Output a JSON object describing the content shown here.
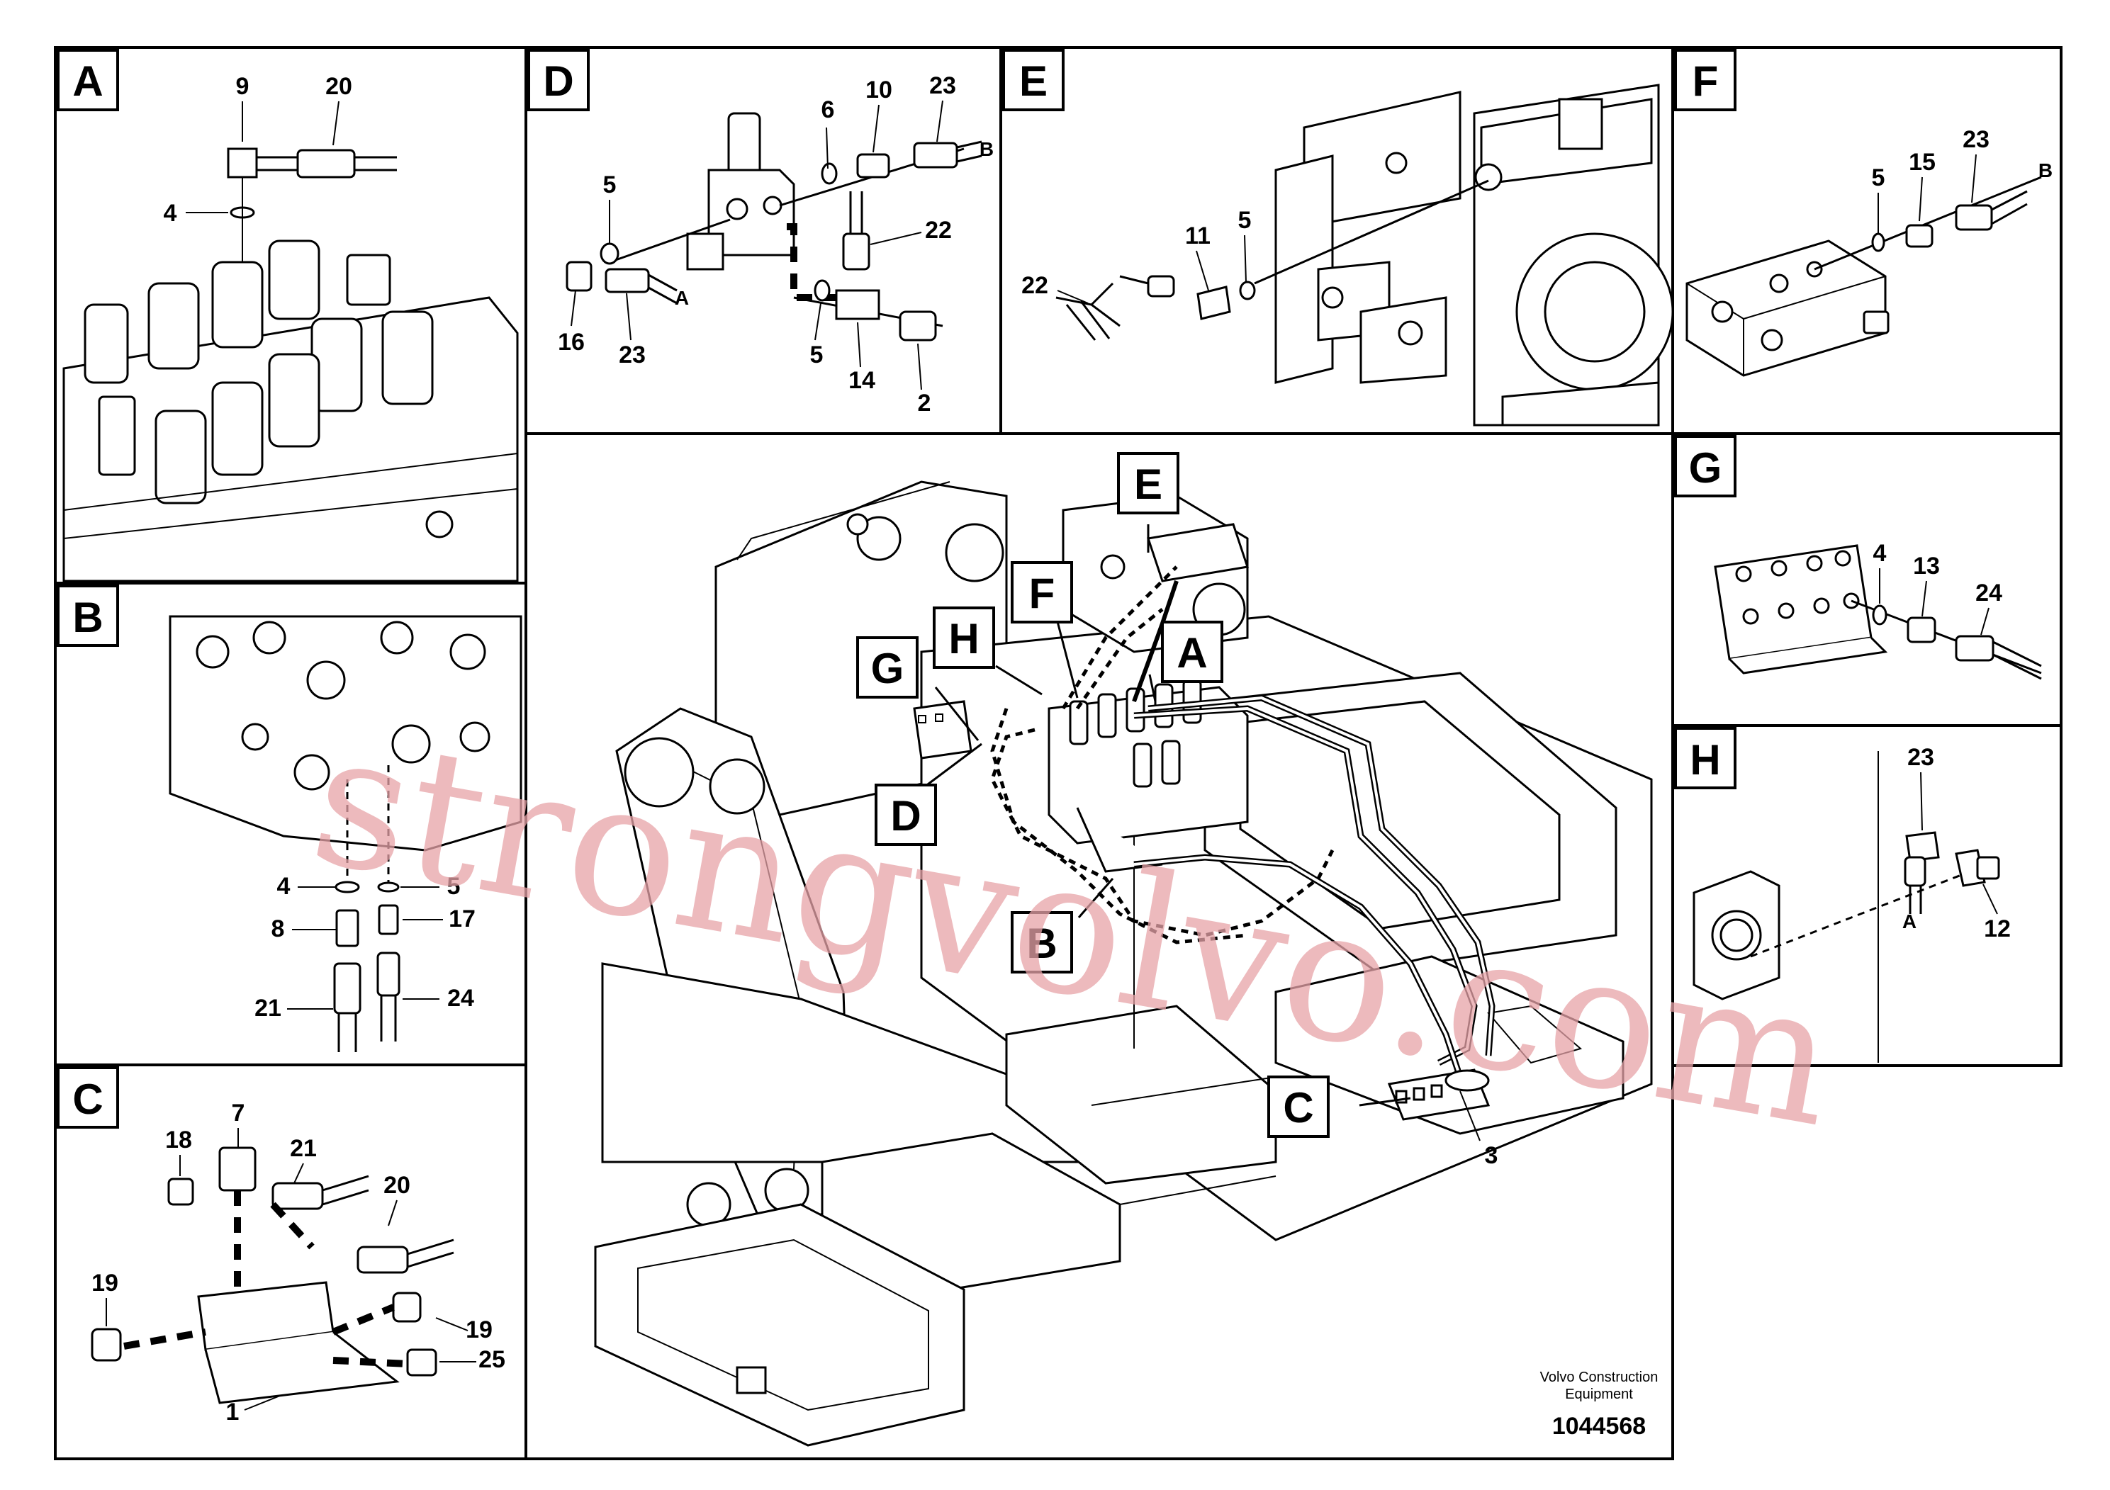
{
  "panels": {
    "A": {
      "tag": "A",
      "callouts": [
        "9",
        "20",
        "4"
      ]
    },
    "B": {
      "tag": "B",
      "callouts": [
        "4",
        "5",
        "8",
        "17",
        "21",
        "24"
      ]
    },
    "C": {
      "tag": "C",
      "callouts": [
        "7",
        "18",
        "21",
        "20",
        "19",
        "19",
        "25",
        "1"
      ]
    },
    "D": {
      "tag": "D",
      "callouts": [
        "6",
        "10",
        "23",
        "5",
        "22",
        "16",
        "23",
        "5",
        "14",
        "2"
      ],
      "flags": [
        "B",
        "A"
      ]
    },
    "E": {
      "tag": "E",
      "callouts": [
        "22",
        "11",
        "5"
      ]
    },
    "F": {
      "tag": "F",
      "callouts": [
        "5",
        "15",
        "23"
      ],
      "flags": [
        "B"
      ]
    },
    "G": {
      "tag": "G",
      "callouts": [
        "4",
        "13",
        "24"
      ]
    },
    "H": {
      "tag": "H",
      "callouts": [
        "23",
        "12"
      ],
      "flags": [
        "A"
      ]
    }
  },
  "main": {
    "detail_tags": [
      "E",
      "F",
      "H",
      "G",
      "A",
      "D",
      "B",
      "C"
    ],
    "callouts": [
      "3"
    ]
  },
  "footer": {
    "company_line1": "Volvo Construction",
    "company_line2": "Equipment",
    "doc_number": "1044568"
  },
  "watermark": "strongvolvo.com"
}
